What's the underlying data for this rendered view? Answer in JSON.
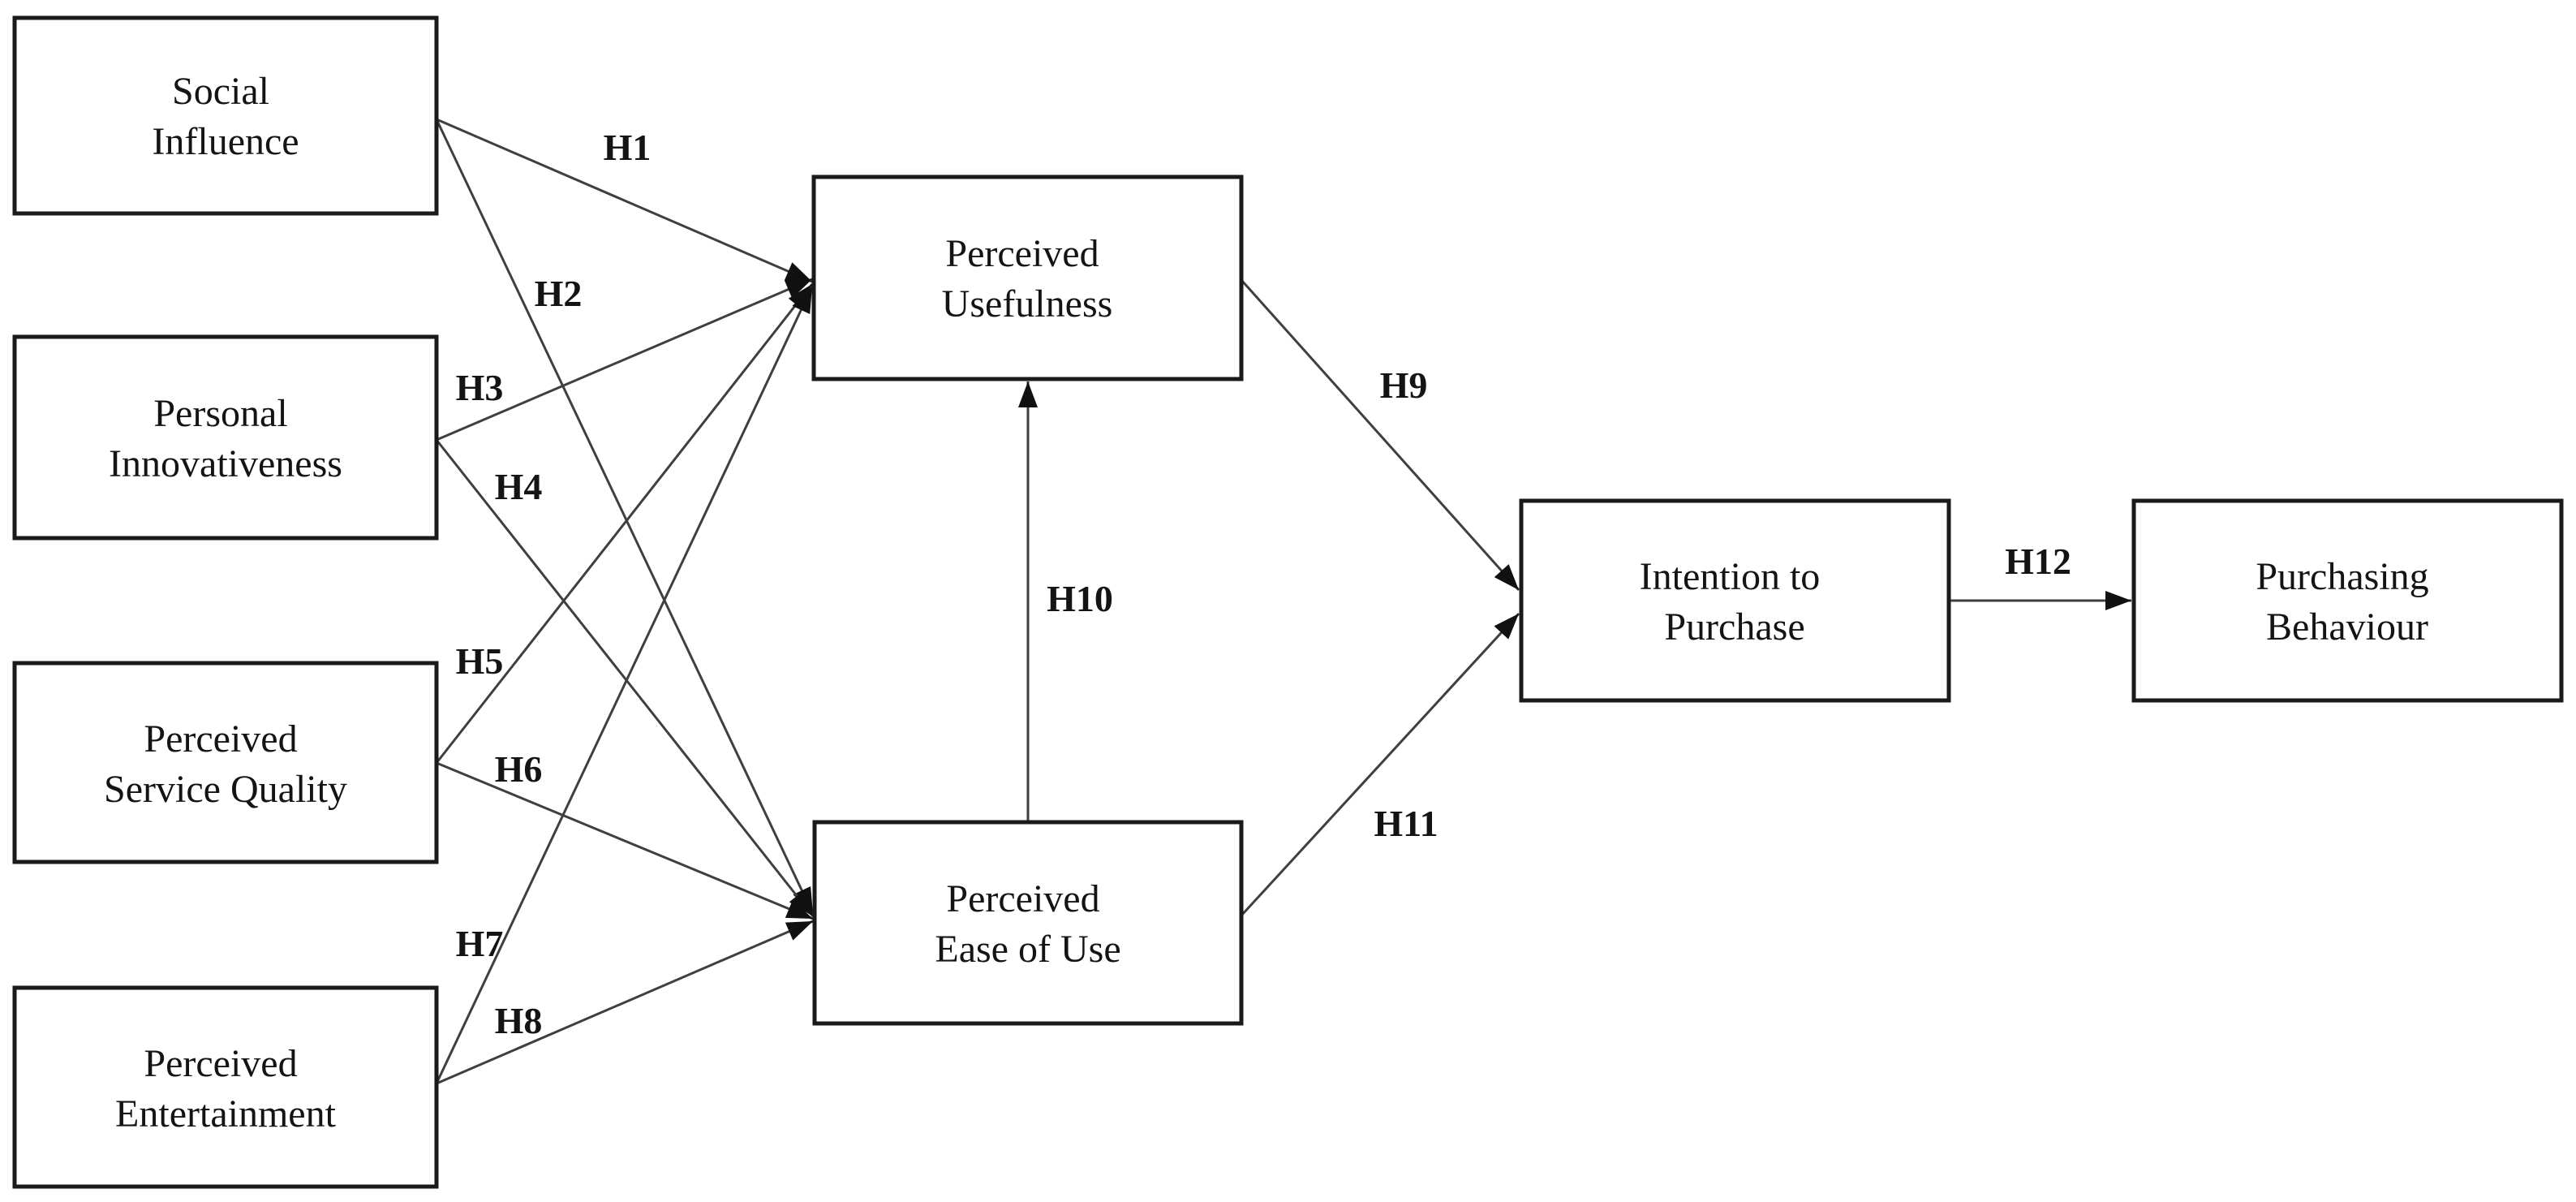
{
  "figure": {
    "type": "hypothesis-path-model-diagram",
    "background": "#ffffff",
    "line_color": "#3f3f3f",
    "border_color": "#1a1a1a",
    "text_color": "#141414"
  },
  "nodes": {
    "social_influence": {
      "line1": "Social",
      "line2": "Influence"
    },
    "personal_innovativeness": {
      "line1": "Personal",
      "line2": "Innovativeness"
    },
    "perceived_service_quality": {
      "line1": "Perceived",
      "line2": "Service Quality"
    },
    "perceived_entertainment": {
      "line1": "Perceived",
      "line2": "Entertainment"
    },
    "perceived_usefulness": {
      "line1": "Perceived",
      "line2": "Usefulness"
    },
    "perceived_ease_of_use": {
      "line1": "Perceived",
      "line2": "Ease of Use"
    },
    "intention_to_purchase": {
      "line1": "Intention to",
      "line2": "Purchase"
    },
    "purchasing_behaviour": {
      "line1": "Purchasing",
      "line2": "Behaviour"
    }
  },
  "edges": {
    "h1": {
      "label": "H1",
      "from": "social_influence",
      "to": "perceived_usefulness"
    },
    "h2": {
      "label": "H2",
      "from": "social_influence",
      "to": "perceived_ease_of_use"
    },
    "h3": {
      "label": "H3",
      "from": "personal_innovativeness",
      "to": "perceived_usefulness"
    },
    "h4": {
      "label": "H4",
      "from": "personal_innovativeness",
      "to": "perceived_ease_of_use"
    },
    "h5": {
      "label": "H5",
      "from": "perceived_service_quality",
      "to": "perceived_usefulness"
    },
    "h6": {
      "label": "H6",
      "from": "perceived_service_quality",
      "to": "perceived_ease_of_use"
    },
    "h7": {
      "label": "H7",
      "from": "perceived_entertainment",
      "to": "perceived_usefulness"
    },
    "h8": {
      "label": "H8",
      "from": "perceived_entertainment",
      "to": "perceived_ease_of_use"
    },
    "h9": {
      "label": "H9",
      "from": "perceived_usefulness",
      "to": "intention_to_purchase"
    },
    "h10": {
      "label": "H10",
      "from": "perceived_ease_of_use",
      "to": "perceived_usefulness"
    },
    "h11": {
      "label": "H11",
      "from": "perceived_ease_of_use",
      "to": "intention_to_purchase"
    },
    "h12": {
      "label": "H12",
      "from": "intention_to_purchase",
      "to": "purchasing_behaviour"
    }
  }
}
